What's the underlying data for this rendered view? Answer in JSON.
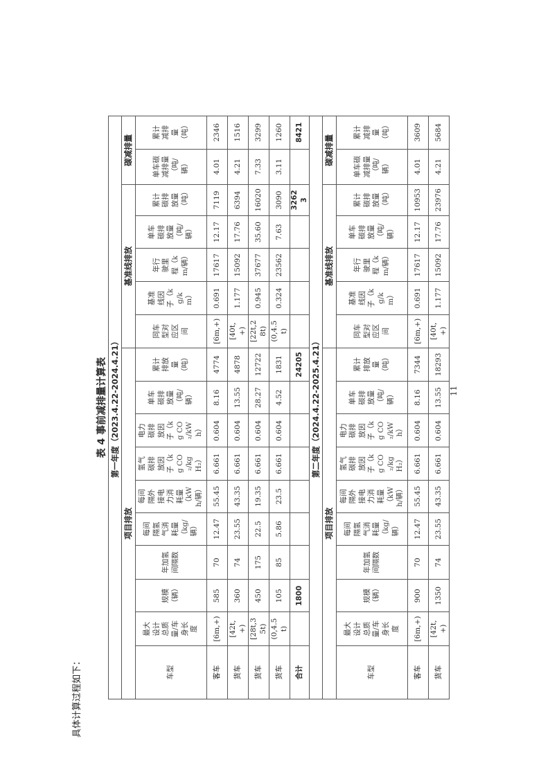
{
  "intro": "具体计算过程如下：",
  "table_title": "表 4 事前减排量计算表",
  "page_number": "11",
  "sections": [
    "项目排放",
    "基准线排放",
    "碳减排量"
  ],
  "columns": [
    "车型",
    "最大设计总质量/车身长度",
    "规模（辆）",
    "年加氢间隔数",
    "每间隔氢气消耗量（kg/辆）",
    "每间隔外接电力消耗量（kWh/辆）",
    "氢气碳排放因子（kg CO₂/kg H₂）",
    "电力碳排放因子（kg CO₂/kWh）",
    "单车碳排放量（吨/辆）",
    "累计排放量（吨）",
    "同车型对应区间",
    "基准线因子（kg/km）",
    "年行驶里程（km/辆）",
    "单车碳排放量（吨/辆）",
    "累计碳排放量（吨）",
    "单车碳减排量（吨/辆）",
    "累计减排量（吨）"
  ],
  "years": [
    {
      "label": "第一年度（2023.4.22-2024.4.21）",
      "rows": [
        [
          "客车",
          "[6m,+)",
          "585",
          "70",
          "12.47",
          "55.45",
          "6.661",
          "0.604",
          "8.16",
          "4774",
          "[6m,+)",
          "0.691",
          "17617",
          "12.17",
          "7119",
          "4.01",
          "2346"
        ],
        [
          "货车",
          "[42t,+)",
          "360",
          "74",
          "23.55",
          "43.35",
          "6.661",
          "0.604",
          "13.55",
          "4878",
          "[40t,+)",
          "1.177",
          "15092",
          "17.76",
          "6394",
          "4.21",
          "1516"
        ],
        [
          "货车",
          "[28t,35t)",
          "450",
          "175",
          "22.5",
          "19.35",
          "6.661",
          "0.604",
          "28.27",
          "12722",
          "[22t,28t)",
          "0.945",
          "37677",
          "35.60",
          "16020",
          "7.33",
          "3299"
        ],
        [
          "货车",
          "(0,4.5t)",
          "105",
          "85",
          "5.86",
          "23.5",
          "6.661",
          "0.604",
          "4.52",
          "1831",
          "(0,4.5t)",
          "0.324",
          "23562",
          "7.63",
          "3090",
          "3.11",
          "1260"
        ]
      ],
      "total": [
        "合计",
        "",
        "1800",
        "",
        "",
        "",
        "",
        "",
        "",
        "24205",
        "",
        "",
        "",
        "",
        "32623",
        "",
        "8421"
      ]
    },
    {
      "label": "第二年度（2024.4.22-2025.4.21）",
      "rows": [
        [
          "客车",
          "[6m,+)",
          "900",
          "70",
          "12.47",
          "55.45",
          "6.661",
          "0.604",
          "8.16",
          "7344",
          "[6m,+)",
          "0.691",
          "17617",
          "12.17",
          "10953",
          "4.01",
          "3609"
        ],
        [
          "货车",
          "[42t,+)",
          "1350",
          "74",
          "23.55",
          "43.35",
          "6.661",
          "0.604",
          "13.55",
          "18293",
          "[40t,+)",
          "1.177",
          "15092",
          "17.76",
          "23976",
          "4.21",
          "5684"
        ]
      ]
    }
  ]
}
